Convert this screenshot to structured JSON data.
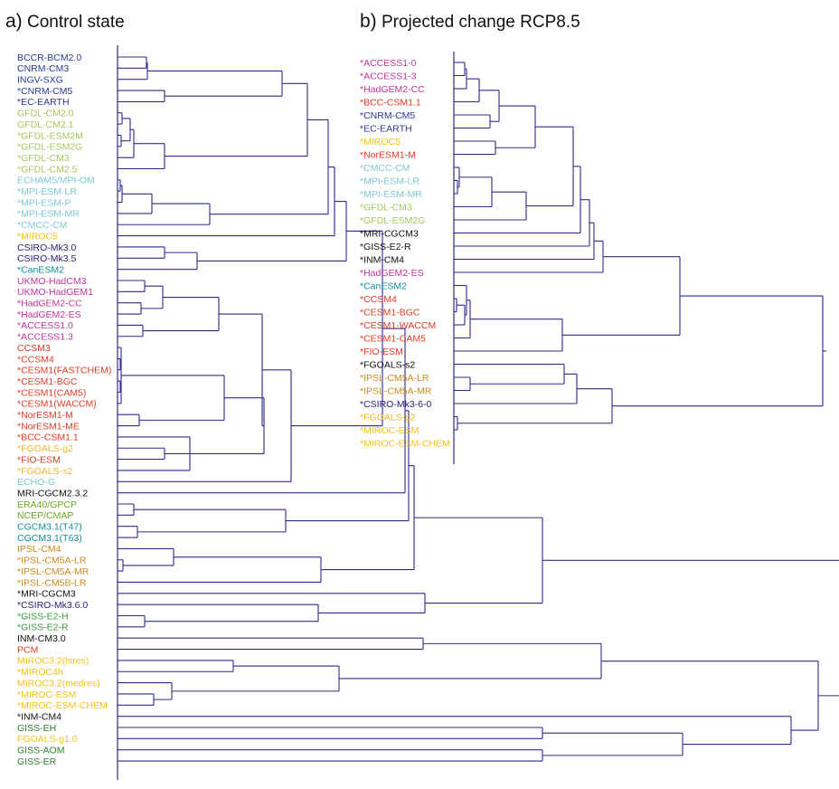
{
  "panel_a": {
    "letter": "a)",
    "title": "Control state",
    "leaves": [
      {
        "label": "BCCR-BCM2.0",
        "color": "#2b3990"
      },
      {
        "label": "CNRM-CM3",
        "color": "#2b3990"
      },
      {
        "label": "INGV-SXG",
        "color": "#2b3990"
      },
      {
        "label": "*CNRM-CM5",
        "color": "#2b3990"
      },
      {
        "label": "*EC-EARTH",
        "color": "#2b3990"
      },
      {
        "label": "GFDL-CM2.0",
        "color": "#a6c65a"
      },
      {
        "label": "GFDL-CM2.1",
        "color": "#a6c65a"
      },
      {
        "label": "*GFDL-ESM2M",
        "color": "#a6c65a"
      },
      {
        "label": "*GFDL-ESM2G",
        "color": "#a6c65a"
      },
      {
        "label": "*GFDL-CM3",
        "color": "#a6c65a"
      },
      {
        "label": "*GFDL-CM2.5",
        "color": "#a6c65a"
      },
      {
        "label": "ECHAM5/MPI-OM",
        "color": "#7fc8d0"
      },
      {
        "label": "*MPI-ESM-LR",
        "color": "#7fc8d0"
      },
      {
        "label": "*MPI-ESM-P",
        "color": "#7fc8d0"
      },
      {
        "label": "*MPI-ESM-MR",
        "color": "#7fc8d0"
      },
      {
        "label": "*CMCC-CM",
        "color": "#7fc8d0"
      },
      {
        "label": "*MIROC5",
        "color": "#f2c21b"
      },
      {
        "label": "CSIRO-Mk3.0",
        "color": "#2e1a7a"
      },
      {
        "label": "CSIRO-Mk3.5",
        "color": "#2e1a7a"
      },
      {
        "label": "*CanESM2",
        "color": "#0f8f98"
      },
      {
        "label": "UKMO-HadCM3",
        "color": "#c0369a"
      },
      {
        "label": "UKMO-HadGEM1",
        "color": "#c0369a"
      },
      {
        "label": "*HadGEM2-CC",
        "color": "#c0369a"
      },
      {
        "label": "*HadGEM2-ES",
        "color": "#c0369a"
      },
      {
        "label": "*ACCESS1.0",
        "color": "#c0369a"
      },
      {
        "label": "*ACCESS1.3",
        "color": "#c0369a"
      },
      {
        "label": "CCSM3",
        "color": "#e03b24"
      },
      {
        "label": "*CCSM4",
        "color": "#e03b24"
      },
      {
        "label": "*CESM1(FASTCHEM)",
        "color": "#e03b24"
      },
      {
        "label": "*CESM1-BGC",
        "color": "#e03b24"
      },
      {
        "label": "*CESM1(CAM5)",
        "color": "#e03b24"
      },
      {
        "label": "*CESM1(WACCM)",
        "color": "#e03b24"
      },
      {
        "label": "*NorESM1-M",
        "color": "#e03b24"
      },
      {
        "label": "*NorESM1-ME",
        "color": "#e03b24"
      },
      {
        "label": "*BCC-CSM1.1",
        "color": "#e03b24"
      },
      {
        "label": "*FGOALS-g2",
        "color": "#f5b42a"
      },
      {
        "label": "*FIO-ESM",
        "color": "#e03b24"
      },
      {
        "label": "*FGOALS-s2",
        "color": "#f5b42a"
      },
      {
        "label": "ECHO-G",
        "color": "#7fc8d0"
      },
      {
        "label": "MRI-CGCM2.3.2",
        "color": "#111111"
      },
      {
        "label": "ERA40/GPCP",
        "color": "#6aa81e"
      },
      {
        "label": "NCEP/CMAP",
        "color": "#6aa81e"
      },
      {
        "label": "CGCM3.1(T47)",
        "color": "#0f8f98"
      },
      {
        "label": "CGCM3.1(T63)",
        "color": "#0f8f98"
      },
      {
        "label": "IPSL-CM4",
        "color": "#c98a1a"
      },
      {
        "label": "*IPSL-CM5A-LR",
        "color": "#c98a1a"
      },
      {
        "label": "*IPSL-CM5A-MR",
        "color": "#c98a1a"
      },
      {
        "label": "*IPSL-CM5B-LR",
        "color": "#c98a1a"
      },
      {
        "label": "*MRI-CGCM3",
        "color": "#111111"
      },
      {
        "label": "*CSIRO-Mk3.6.0",
        "color": "#2e1a7a"
      },
      {
        "label": "*GISS-E2-H",
        "color": "#3a9a3a"
      },
      {
        "label": "*GISS-E2-R",
        "color": "#3a9a3a"
      },
      {
        "label": "INM-CM3.0",
        "color": "#111111"
      },
      {
        "label": "PCM",
        "color": "#e03b24"
      },
      {
        "label": "MIROC3.2(hires)",
        "color": "#f2c21b"
      },
      {
        "label": "*MIROC4h",
        "color": "#f2c21b"
      },
      {
        "label": "MIROC3.2(medres)",
        "color": "#f2c21b"
      },
      {
        "label": "*MIROC-ESM",
        "color": "#f2c21b"
      },
      {
        "label": "*MIROC-ESM-CHEM",
        "color": "#f2c21b"
      },
      {
        "label": "*INM-CM4",
        "color": "#111111"
      },
      {
        "label": "GISS-EH",
        "color": "#2e7d2e"
      },
      {
        "label": "FGOALS-g1.0",
        "color": "#f2c21b"
      },
      {
        "label": "GISS-AOM",
        "color": "#2e7d2e"
      },
      {
        "label": "GISS-ER",
        "color": "#2e7d2e"
      }
    ]
  },
  "panel_b": {
    "letter": "b)",
    "title": "Projected change RCP8.5",
    "leaves": [
      {
        "label": "*ACCESS1-0",
        "color": "#c0369a"
      },
      {
        "label": "*ACCESS1-3",
        "color": "#c0369a"
      },
      {
        "label": "*HadGEM2-CC",
        "color": "#c0369a"
      },
      {
        "label": "*BCC-CSM1.1",
        "color": "#e03b24"
      },
      {
        "label": "*CNRM-CM5",
        "color": "#2b3990"
      },
      {
        "label": "*EC-EARTH",
        "color": "#2b3990"
      },
      {
        "label": "*MIROC5",
        "color": "#f2c21b"
      },
      {
        "label": "*NorESM1-M",
        "color": "#e03b24"
      },
      {
        "label": "*CMCC-CM",
        "color": "#7fc8d0"
      },
      {
        "label": "*MPI-ESM-LR",
        "color": "#7fc8d0"
      },
      {
        "label": "*MPI-ESM-MR",
        "color": "#7fc8d0"
      },
      {
        "label": "*GFDL-CM3",
        "color": "#a6c65a"
      },
      {
        "label": "*GFDL-ESM2G",
        "color": "#a6c65a"
      },
      {
        "label": "*MRI-CGCM3",
        "color": "#111111"
      },
      {
        "label": "*GISS-E2-R",
        "color": "#111111"
      },
      {
        "label": "*INM-CM4",
        "color": "#111111"
      },
      {
        "label": "*HadGEM2-ES",
        "color": "#c0369a"
      },
      {
        "label": "*CanESM2",
        "color": "#0f8f98"
      },
      {
        "label": "*CCSM4",
        "color": "#e03b24"
      },
      {
        "label": "*CESM1-BGC",
        "color": "#e03b24"
      },
      {
        "label": "*CESM1-WACCM",
        "color": "#e03b24"
      },
      {
        "label": "*CESM1-CAM5",
        "color": "#e03b24"
      },
      {
        "label": "*FIO-ESM",
        "color": "#e03b24"
      },
      {
        "label": "*FGOALS-s2",
        "color": "#111111"
      },
      {
        "label": "*IPSL-CM5A-LR",
        "color": "#c98a1a"
      },
      {
        "label": "*IPSL-CM5A-MR",
        "color": "#c98a1a"
      },
      {
        "label": "*CSIRO-Mk3-6-0",
        "color": "#2e1a7a"
      },
      {
        "label": "*FGOALS-g2",
        "color": "#f5b42a"
      },
      {
        "label": "*MIROC-ESM",
        "color": "#f2c21b"
      },
      {
        "label": "*MIROC-ESM-CHEM",
        "color": "#f2c21b"
      }
    ]
  },
  "line_color": "#2b2b8c"
}
